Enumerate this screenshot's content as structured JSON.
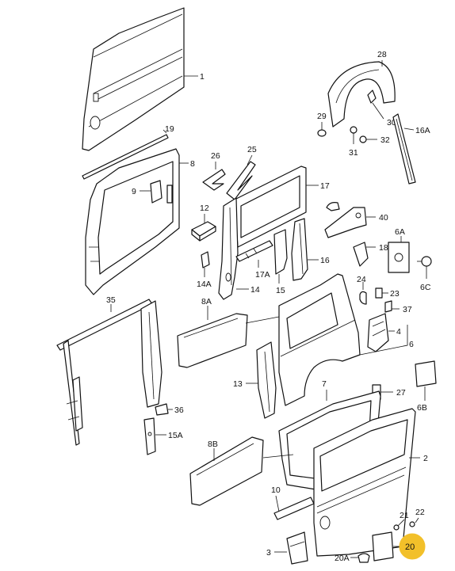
{
  "callouts": {
    "c1": "1",
    "c2": "2",
    "c3": "3",
    "c4": "4",
    "c6": "6",
    "c6a": "6A",
    "c6b": "6B",
    "c6c": "6C",
    "c7": "7",
    "c8": "8",
    "c8a": "8A",
    "c8b": "8B",
    "c9": "9",
    "c10": "10",
    "c12": "12",
    "c13": "13",
    "c14": "14",
    "c14a": "14A",
    "c15": "15",
    "c15a": "15A",
    "c16": "16",
    "c16a": "16A",
    "c17": "17",
    "c17a": "17A",
    "c18": "18",
    "c19": "19",
    "c20": "20",
    "c20a": "20A",
    "c21": "21",
    "c22": "22",
    "c23": "23",
    "c24": "24",
    "c25": "25",
    "c26": "26",
    "c27": "27",
    "c28": "28",
    "c29": "29",
    "c30": "30",
    "c31": "31",
    "c32": "32",
    "c35": "35",
    "c36": "36",
    "c37": "37",
    "c40": "40"
  },
  "highlight_color": "#f2c02a"
}
